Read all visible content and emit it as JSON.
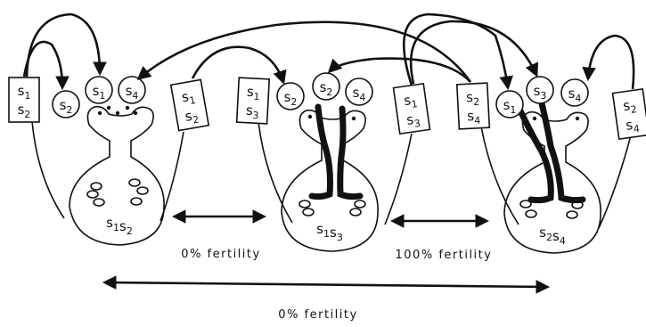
{
  "pistils": [
    {
      "genotype": "S1S2",
      "pollen_grains": [
        "S2",
        "S1",
        "S4"
      ],
      "tubes_grown": 0,
      "left_anther": [
        "S1",
        "S2"
      ],
      "right_anther": [
        "S1",
        "S2"
      ]
    },
    {
      "genotype": "S1S3",
      "pollen_grains": [
        "S2",
        "S2",
        "S4"
      ],
      "tubes_grown": 2,
      "left_anther": [
        "S1",
        "S3"
      ],
      "right_anther": [
        "S1",
        "S3"
      ]
    },
    {
      "genotype": "S2S4",
      "pollen_grains": [
        "S1",
        "S3",
        "S4"
      ],
      "tubes_grown": 2,
      "left_anther": [
        "S2",
        "S4"
      ],
      "right_anther": [
        "S2",
        "S4"
      ]
    }
  ],
  "fertility": {
    "pair_1_2": "0% fertility",
    "pair_2_3": "100% fertility",
    "pair_1_3": "0% fertility"
  },
  "colors": {
    "ink": "#111111",
    "background": "#ffffff"
  }
}
